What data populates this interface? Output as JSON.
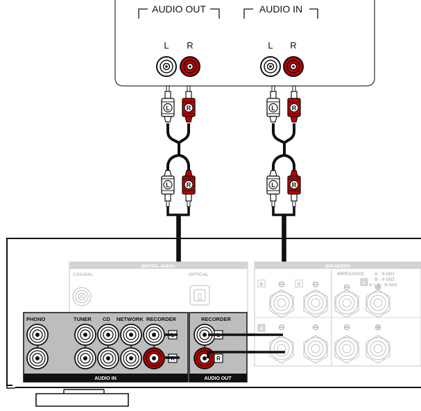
{
  "device": {
    "audio_out_label": "AUDIO OUT",
    "audio_in_label": "AUDIO IN",
    "left_label": "L",
    "right_label": "R"
  },
  "plugs": {
    "left_tag": "L",
    "right_tag": "R"
  },
  "amp": {
    "digital_audio_label": "DIGITAL AUDIO",
    "coaxial_label": "COAXIAL",
    "optical_label": "OPTICAL",
    "phono_label": "PHONO",
    "tuner_label": "TUNER",
    "cd_label": "CD",
    "network_label": "NETWORK",
    "recorder_in_label": "RECORDER",
    "audio_in_label": "AUDIO IN",
    "recorder_out_label": "RECORDER",
    "audio_out_label": "AUDIO OUT",
    "jack_tag_l": "L",
    "jack_tag_r": "R",
    "speakers_label": "SPEAKERS",
    "impedance_label": "IMPEDANCE",
    "imp_a": "A  : 4-16Ω",
    "imp_b": "B  : 4-16Ω",
    "imp_ab": "A + B : 8-16Ω",
    "spk_b": "B",
    "spk_a": "A",
    "spk_r": "R",
    "spk_l": "L",
    "minus": "⊖",
    "plus": "⊕"
  },
  "colors": {
    "red_jack": "#c00000",
    "panel_gray": "#bdbdbd",
    "faint_gray": "#d8d8d8"
  }
}
